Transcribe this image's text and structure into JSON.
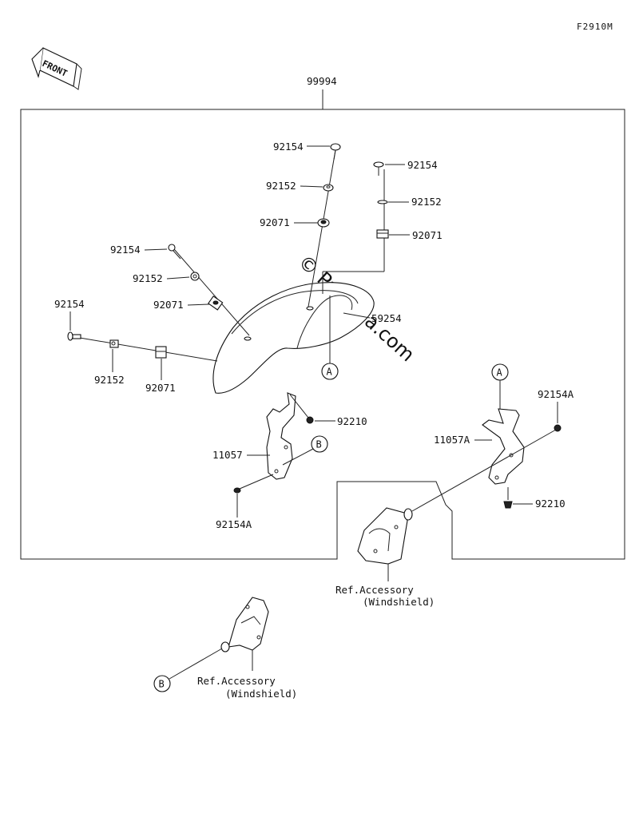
{
  "figure_code": "F2910M",
  "front_label": "FRONT",
  "watermark": "© Partzilla.com",
  "assembly_number": "99994",
  "labels": {
    "p92154_top": "92154",
    "p92152_top": "92152",
    "p92071_top": "92071",
    "p92154_right": "92154",
    "p92152_right": "92152",
    "p92071_right": "92071",
    "p92154_midleft": "92154",
    "p92152_midleft": "92152",
    "p92071_midleft": "92071",
    "p92154_farleft": "92154",
    "p92152_farleft": "92152",
    "p92071_farleft": "92071",
    "p59254": "59254",
    "p92210_left": "92210",
    "p11057": "11057",
    "p92154A_left": "92154A",
    "p11057A": "11057A",
    "p92154A_right": "92154A",
    "p92210_right": "92210"
  },
  "callouts": {
    "a_left": "A",
    "a_right": "A",
    "b_left": "B",
    "b_bottom": "B"
  },
  "refs": {
    "ref1_line1": "Ref.Accessory",
    "ref1_line2": "(Windshield)",
    "ref2_line1": "Ref.Accessory",
    "ref2_line2": "(Windshield)"
  }
}
